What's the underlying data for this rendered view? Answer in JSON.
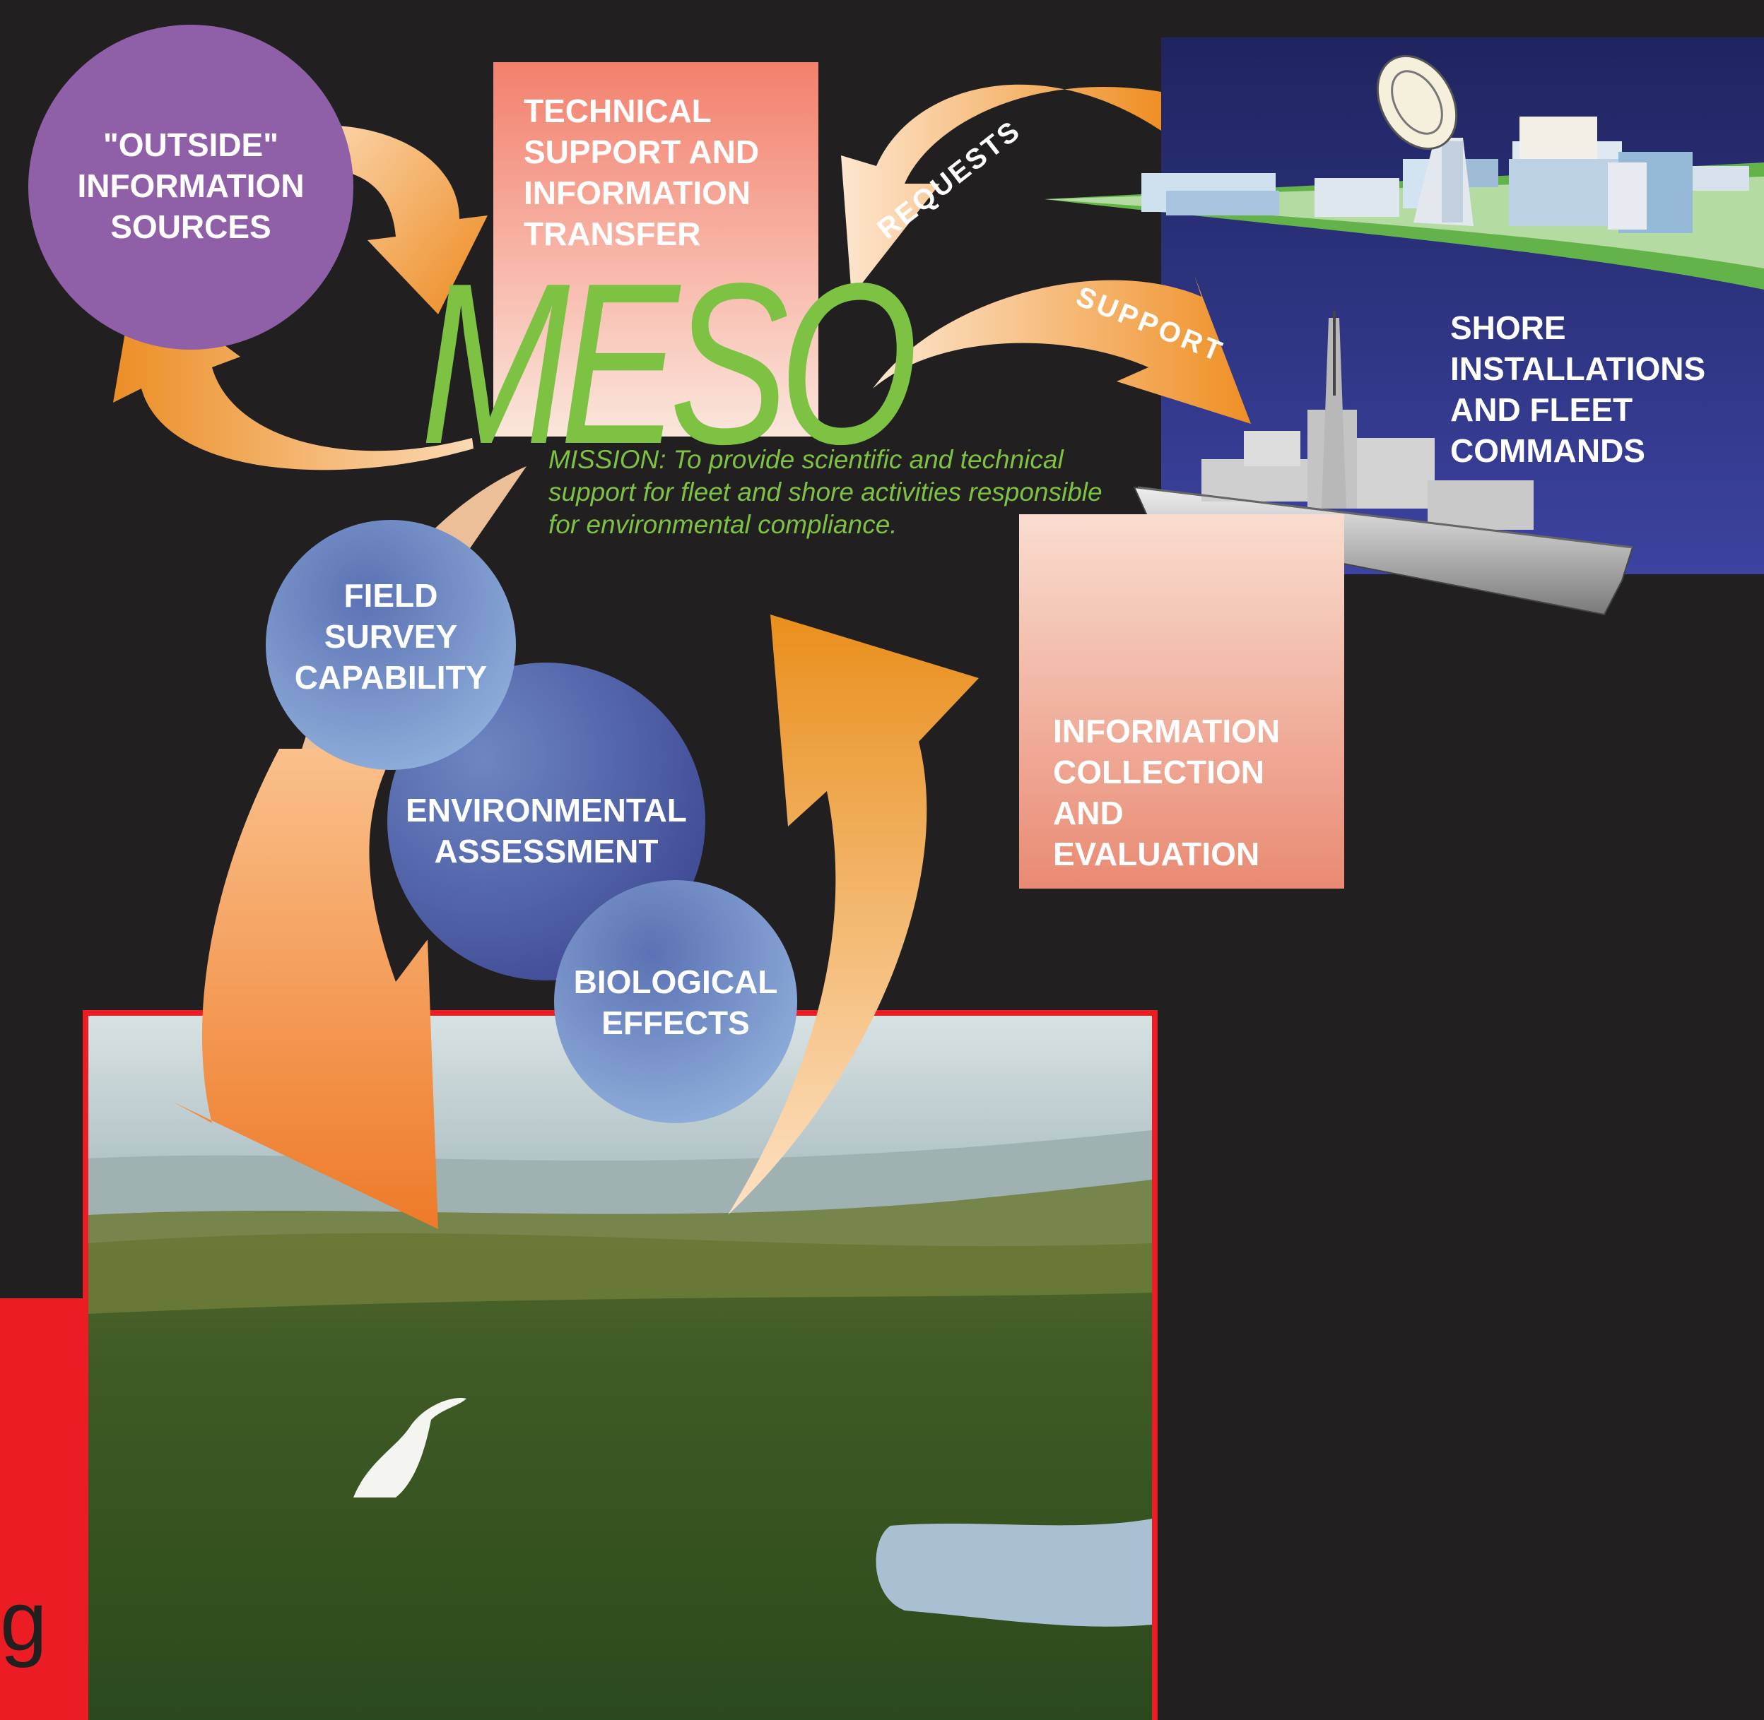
{
  "diagram": {
    "center_title": "MESO",
    "mission_statement": "MISSION: To provide scientific and technical\nsupport for fleet and shore activities responsible\nfor environmental compliance.",
    "outside_sources": "\"OUTSIDE\"\nINFORMATION\nSOURCES",
    "technical_support": "TECHNICAL\nSUPPORT AND\nINFORMATION\nTRANSFER",
    "shore_installations": "SHORE\nINSTALLATIONS\nAND FLEET\nCOMMANDS",
    "information_collection": "INFORMATION\nCOLLECTION\nAND\nEVALUATION",
    "field_survey": "FIELD\nSURVEY\nCAPABILITY",
    "environmental_assessment": "ENVIRONMENTAL\nASSESSMENT",
    "biological_effects": "BIOLOGICAL\nEFFECTS",
    "arrow_requests": "REQUESTS",
    "arrow_support": "SUPPORT",
    "side_tab_glyph": "g"
  },
  "colors": {
    "background": "#221f20",
    "accent_green": "#7dc242",
    "accent_red": "#ec1c24",
    "arrow_orange": "#ef9a2e",
    "arrow_light": "#f6c48f",
    "circle_purple": "#8f5fa8",
    "circle_blue": "#4654a0",
    "panel_navy": "#2f3579"
  }
}
